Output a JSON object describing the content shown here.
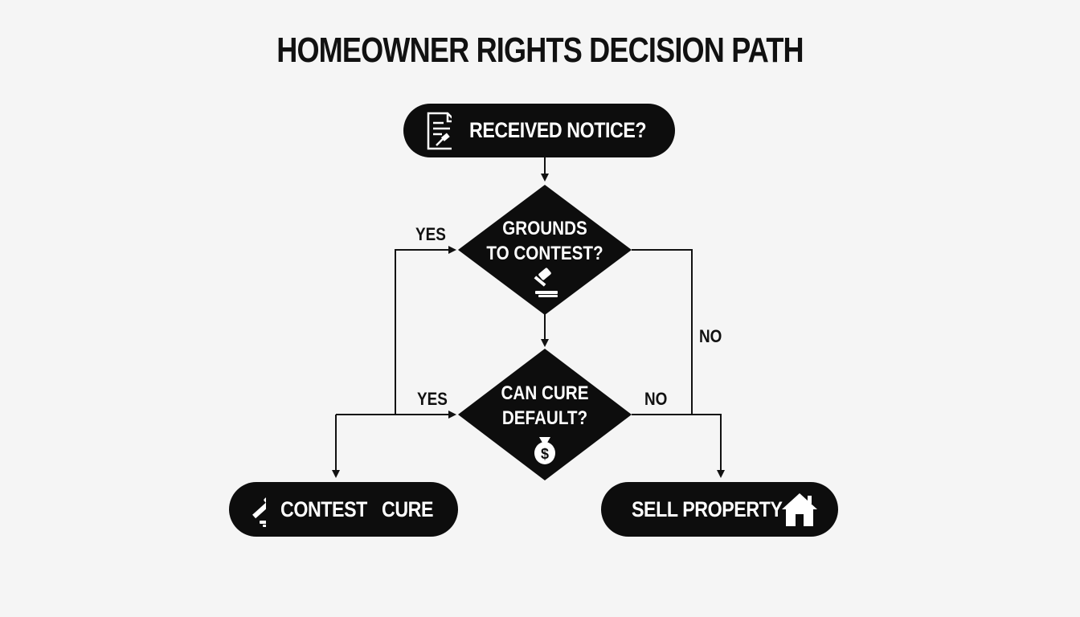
{
  "title": "HOMEOWNER RIGHTS DECISION PATH",
  "nodes": {
    "start": {
      "label": "RECEIVED NOTICE?",
      "icon": "legal-document-icon"
    },
    "grounds": {
      "line1": "GROUNDS",
      "line2": "TO CONTEST?",
      "icon": "gavel-icon"
    },
    "cure": {
      "line1": "CAN CURE",
      "line2": "DEFAULT?",
      "icon": "money-bag-icon"
    },
    "contest": {
      "label": "CONTEST   CURE",
      "icon": "gavel-icon"
    },
    "sell": {
      "label": "SELL PROPERTY",
      "icon": "house-icon"
    }
  },
  "edges": {
    "yes_top": "YES",
    "yes_bottom": "YES",
    "no_right": "NO",
    "no_bottom": "NO"
  },
  "colors": {
    "shape_fill": "#0d0d0d",
    "text_on_shape": "#ffffff",
    "line": "#111111",
    "background": "#f5f5f5"
  }
}
